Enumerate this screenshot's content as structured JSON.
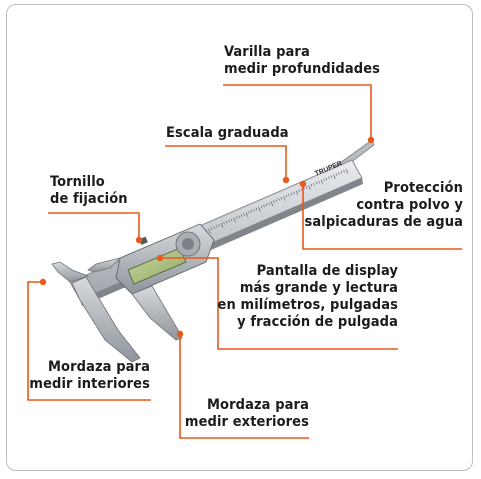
{
  "brand": "TRUPER",
  "accent_color": "#e8591a",
  "labels": {
    "varilla": [
      "Varilla para",
      "medir profundidades"
    ],
    "escala": [
      "Escala graduada"
    ],
    "tornillo": [
      "Tornillo",
      "de fijación"
    ],
    "proteccion": [
      "Protección",
      "contra polvo y",
      "salpicaduras de agua"
    ],
    "pantalla": [
      "Pantalla de display",
      "más grande y lectura",
      "en milímetros, pulgadas",
      "y fracción de pulgada"
    ],
    "interiores": [
      "Mordaza para",
      "medir interiores"
    ],
    "exteriores": [
      "Mordaza para",
      "medir exteriores"
    ]
  }
}
